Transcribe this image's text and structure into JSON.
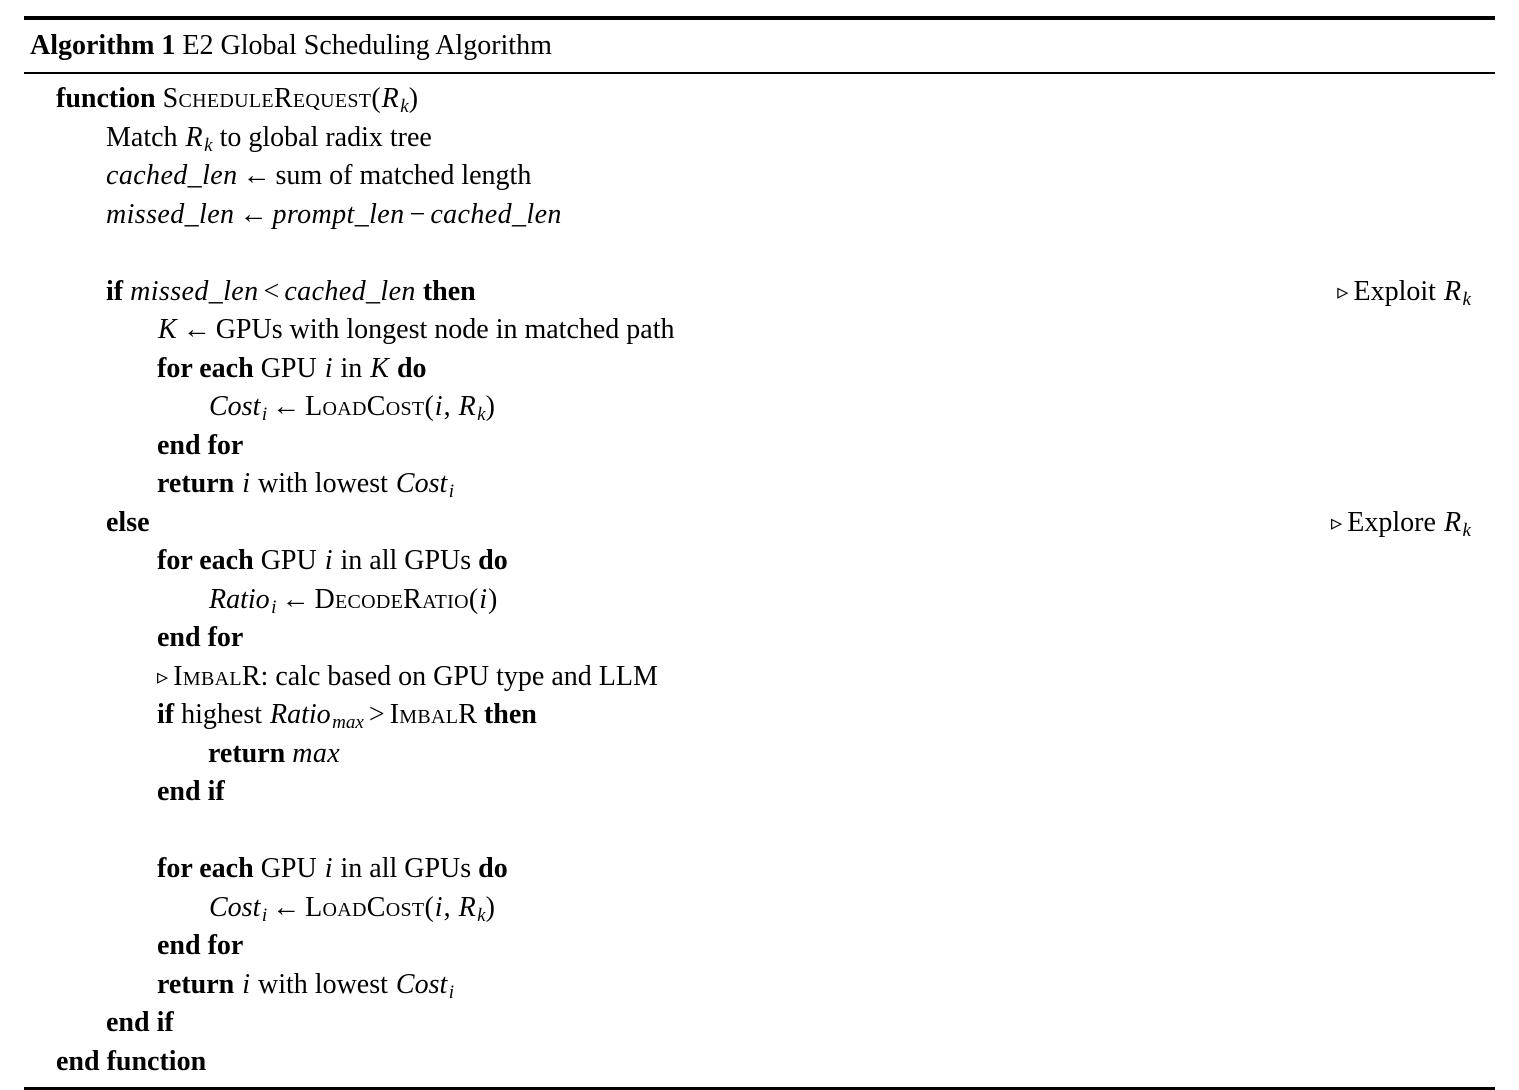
{
  "document": {
    "type": "algorithm-float",
    "caption": {
      "label": "Algorithm 1",
      "title": "E2 Global Scheduling Algorithm"
    },
    "rules": {
      "top_color": "#000000",
      "mid_color": "#000000",
      "bottom_color": "#000000"
    }
  },
  "algorithm": {
    "lines": [
      {
        "id": "line-function-schedulerequest",
        "indent": 0,
        "keyword": "function",
        "proc_name": "ScheduleRequest",
        "arg": "R",
        "arg_sub": "k",
        "text": "function ScheduleRequest(R_k)"
      },
      {
        "id": "line-match-radix-tree",
        "indent": 1,
        "lead": "Match",
        "var": "R",
        "var_sub": "k",
        "tail": "to global radix tree",
        "text": "Match R_k to global radix tree"
      },
      {
        "id": "line-cached-len-assign",
        "indent": 1,
        "lhs": "cached_len",
        "arrow": "←",
        "rhs": "sum of matched length",
        "text": "cached_len ← sum of matched length"
      },
      {
        "id": "line-missed-len-assign",
        "indent": 1,
        "lhs": "missed_len",
        "arrow": "←",
        "rhs_a": "prompt_len",
        "minus": "−",
        "rhs_b": "cached_len",
        "text": "missed_len ← prompt_len − cached_len"
      },
      {
        "id": "line-blank-1",
        "indent": 1,
        "blank": true,
        "text": ""
      },
      {
        "id": "line-if-missed-lt-cached",
        "indent": 1,
        "kw_if": "if",
        "cond_a": "missed_len",
        "rel": "<",
        "cond_b": "cached_len",
        "kw_then": "then",
        "comment": {
          "marker": "▹",
          "label": "Exploit",
          "var": "R",
          "var_sub": "k"
        },
        "text": "if missed_len < cached_len then"
      },
      {
        "id": "line-k-assign-gpus",
        "indent": 2,
        "lhs": "K",
        "arrow": "←",
        "rhs": "GPUs with longest node in matched path",
        "text": "K ← GPUs with longest node in matched path"
      },
      {
        "id": "line-foreach-gpu-in-k",
        "indent": 2,
        "kw_for": "for each",
        "mid_a": "GPU",
        "var_i": "i",
        "mid_b": "in",
        "var_k": "K",
        "kw_do": "do",
        "text": "for each GPU i in K do"
      },
      {
        "id": "line-cost-loadcost-1",
        "indent": 3,
        "lhs": "Cost",
        "lhs_sub": "i",
        "arrow": "←",
        "proc_name": "LoadCost",
        "args": "(i, R_k)",
        "text": "Cost_i ← LoadCost(i, R_k)"
      },
      {
        "id": "line-end-for-1",
        "indent": 2,
        "kw": "end for",
        "text": "end for"
      },
      {
        "id": "line-return-lowest-cost-1",
        "indent": 2,
        "kw": "return",
        "var_i": "i",
        "mid": "with lowest",
        "cost": "Cost",
        "cost_sub": "i",
        "text": "return i with lowest Cost_i"
      },
      {
        "id": "line-else",
        "indent": 1,
        "kw": "else",
        "comment": {
          "marker": "▹",
          "label": "Explore",
          "var": "R",
          "var_sub": "k"
        },
        "text": "else"
      },
      {
        "id": "line-foreach-gpu-all-1",
        "indent": 2,
        "kw_for": "for each",
        "mid_a": "GPU",
        "var_i": "i",
        "mid_b": "in all GPUs",
        "kw_do": "do",
        "text": "for each GPU i in all GPUs do"
      },
      {
        "id": "line-ratio-decoderatio",
        "indent": 3,
        "lhs": "Ratio",
        "lhs_sub": "i",
        "arrow": "←",
        "proc_name": "DecodeRatio",
        "args": "(i)",
        "text": "Ratio_i ← DecodeRatio(i)"
      },
      {
        "id": "line-end-for-2",
        "indent": 2,
        "kw": "end for",
        "text": "end for"
      },
      {
        "id": "line-comment-imbalr",
        "indent": 2,
        "marker": "▹",
        "sc_name": "Imbal",
        "sc_tail": "R",
        "rest": ": calc based on GPU type and LLM",
        "text": "▹ ImbalR: calc based on GPU type and LLM"
      },
      {
        "id": "line-if-ratio-gt-imbalr",
        "indent": 2,
        "kw_if": "if",
        "lead": "highest",
        "ratio": "Ratio",
        "ratio_sub": "max",
        "rel": ">",
        "sc_name": "Imbal",
        "sc_tail": "R",
        "kw_then": "then",
        "text": "if highest Ratio_max > ImbalR then"
      },
      {
        "id": "line-return-max",
        "indent": 3,
        "kw": "return",
        "val": "max",
        "text": "return max"
      },
      {
        "id": "line-end-if-1",
        "indent": 2,
        "kw": "end if",
        "text": "end if"
      },
      {
        "id": "line-blank-2",
        "indent": 2,
        "blank": true,
        "text": ""
      },
      {
        "id": "line-foreach-gpu-all-2",
        "indent": 2,
        "kw_for": "for each",
        "mid_a": "GPU",
        "var_i": "i",
        "mid_b": "in all GPUs",
        "kw_do": "do",
        "text": "for each GPU i in all GPUs do"
      },
      {
        "id": "line-cost-loadcost-2",
        "indent": 3,
        "lhs": "Cost",
        "lhs_sub": "i",
        "arrow": "←",
        "proc_name": "LoadCost",
        "args": "(i, R_k)",
        "text": "Cost_i ← LoadCost(i, R_k)"
      },
      {
        "id": "line-end-for-3",
        "indent": 2,
        "kw": "end for",
        "text": "end for"
      },
      {
        "id": "line-return-lowest-cost-2",
        "indent": 2,
        "kw": "return",
        "var_i": "i",
        "mid": "with lowest",
        "cost": "Cost",
        "cost_sub": "i",
        "text": "return i with lowest Cost_i"
      },
      {
        "id": "line-end-if-2",
        "indent": 1,
        "kw": "end if",
        "text": "end if"
      },
      {
        "id": "line-end-function",
        "indent": 0,
        "kw": "end function",
        "text": "end function"
      }
    ]
  },
  "tokens": {
    "arrow": "←",
    "minus": "−",
    "lt": "<",
    "gt": ">",
    "triangle": "▹",
    "comma": ",",
    "paren_open": "(",
    "paren_close": ")"
  }
}
